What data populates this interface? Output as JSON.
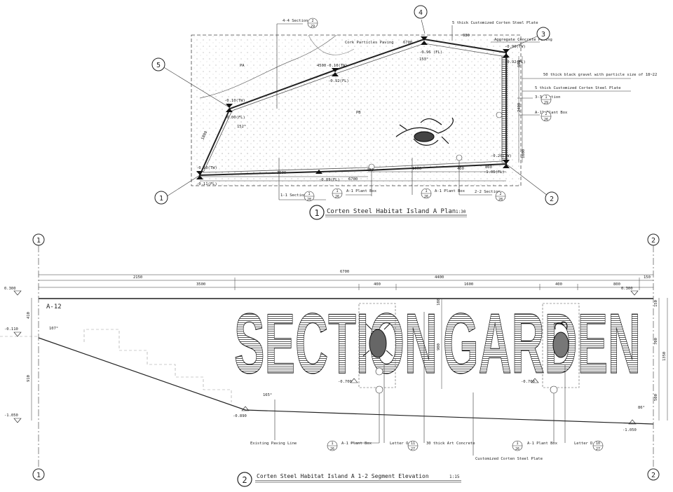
{
  "plan": {
    "title": "Corten Steel Habitat Island A Plan",
    "scale": "1:30",
    "title_no": "1",
    "markers": [
      "1",
      "2",
      "3",
      "4",
      "5"
    ],
    "labels": {
      "sec44": "4-4 Section",
      "sec44_ref": [
        "2",
        "29"
      ],
      "cork": "Cork Particles Paving",
      "plate5_top": "5 thick Customized Corten Steel Plate",
      "aggregate": "Aggregate Concrete Paving",
      "gravel": "50 thick black gravel with particle size of 18~22",
      "plate5_right": "5 thick Customized Corten Steel Plate",
      "sec33": "3-3 Section",
      "sec33_ref": [
        "1",
        "29"
      ],
      "a11": "A-11 Plant Box",
      "a11_ref": [
        "2",
        "26"
      ],
      "sec11": "1-1 Section",
      "sec11_ref": [
        "1",
        "28"
      ],
      "a1_left": "A-1 Plant Box",
      "a1_left_ref": [
        "1",
        "26"
      ],
      "a1_right": "A-1 Plant Box",
      "a1_right_ref": [
        "1",
        "26"
      ],
      "sec22": "2-2 Section",
      "sec22_ref": [
        "2",
        "28"
      ],
      "pa": "PA",
      "pb": "PB"
    },
    "levels": {
      "top": "-0.96 (FL)",
      "mid_tw": "-0.10(TW)",
      "mid_fl": "-0.92(FL)",
      "left_tw": "-0.10(TW)",
      "left_fl": "-0.00(FL)",
      "bl_tw": "-0.10(TW)",
      "bl_fl": "-0.11(FL)",
      "bottom": "-0.89(FL)",
      "br_tw": "-0.20(TW)",
      "br_fl": "-1.05(FL)",
      "right_tw": "-0.90(TW)",
      "right_fl": "-0.92(FL)",
      "angle1": "153°",
      "angle2": "152°"
    },
    "dims": {
      "d4500": "4500",
      "d1800": "1800",
      "d6700a": "6700",
      "d3500": "3500",
      "d400a": "400",
      "d1600": "1600",
      "d400b": "400",
      "d800": "800",
      "d6700b": "6700",
      "d1600v": "1600",
      "d2400": "2400",
      "d600": "600",
      "d980": "980"
    }
  },
  "elevation": {
    "title": "Corten Steel Habitat Island A 1-2 Segment Elevation",
    "scale": "1:15",
    "title_no": "2",
    "grid_left": "1",
    "grid_right": "2",
    "tag": "A-12",
    "word1": "SECTION",
    "word2": "GARDEN",
    "dims_top": {
      "d6700": "6700",
      "d2150": "2150",
      "d4400": "4400",
      "d150": "150",
      "d3500": "3500",
      "d400a": "400",
      "d1600": "1600",
      "d400b": "400",
      "d800": "800"
    },
    "dims_side": {
      "d410": "410",
      "d910": "910",
      "d180": "180",
      "d900": "900",
      "d150": "150",
      "d700": "700",
      "d1350": "1350",
      "d500": "500"
    },
    "levels": {
      "l0300a": "0.300",
      "l0110": "-0.110",
      "l1050": "-1.050",
      "l0890": "-0.890",
      "l0700a": "-0.700",
      "l0700b": "-0.700",
      "l0300b": "0.300",
      "l1050b": "-1.050",
      "ang107": "107°",
      "ang165": "165°",
      "ang86": "86°"
    },
    "callouts": {
      "paving": "Existing Paving Line",
      "a1_left": "A-1 Plant Box",
      "a1_left_ref": [
        "1",
        "26"
      ],
      "letter_o": "Letter O",
      "letter_o_ref": [
        "11",
        "27"
      ],
      "art_concrete": "30 thick Art Concrete",
      "corten": "Customized Corten Steel Plate",
      "a1_right": "A-1 Plant Box",
      "a1_right_ref": [
        "1",
        "26"
      ],
      "letter_d": "Letter D",
      "letter_d_ref": [
        "10",
        "27"
      ]
    }
  }
}
